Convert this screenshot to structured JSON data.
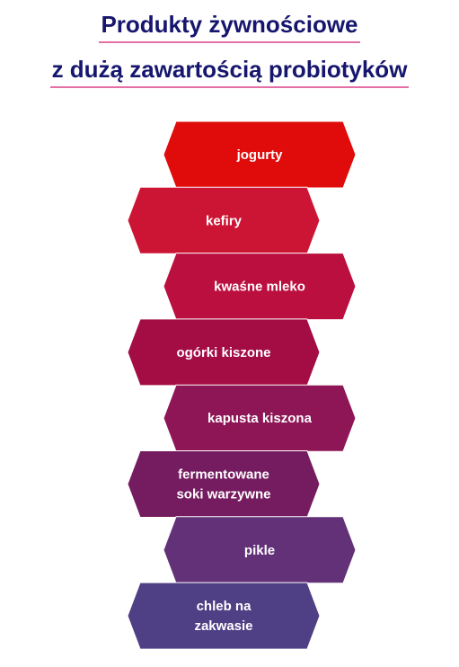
{
  "title": {
    "line1": "Produkty żywnościowe",
    "line2": "z dużą zawartością probiotyków"
  },
  "colors": {
    "title_text": "#16166e",
    "title_underline": "#e46fa4",
    "label_text": "#ffffff"
  },
  "items": [
    {
      "lines": [
        "jogurty"
      ],
      "color": "#e00b0b",
      "side": "right"
    },
    {
      "lines": [
        "kefiry"
      ],
      "color": "#cc1534",
      "side": "left"
    },
    {
      "lines": [
        "kwaśne mleko"
      ],
      "color": "#bb0f3f",
      "side": "right"
    },
    {
      "lines": [
        "ogórki kiszone"
      ],
      "color": "#a30d44",
      "side": "left"
    },
    {
      "lines": [
        "kapusta kiszona"
      ],
      "color": "#8e1656",
      "side": "right"
    },
    {
      "lines": [
        "fermentowane",
        "soki warzywne"
      ],
      "color": "#751c60",
      "side": "left"
    },
    {
      "lines": [
        "pikle"
      ],
      "color": "#633178",
      "side": "right"
    },
    {
      "lines": [
        "chleb na",
        "zakwasie"
      ],
      "color": "#4f3f85",
      "side": "left"
    }
  ]
}
